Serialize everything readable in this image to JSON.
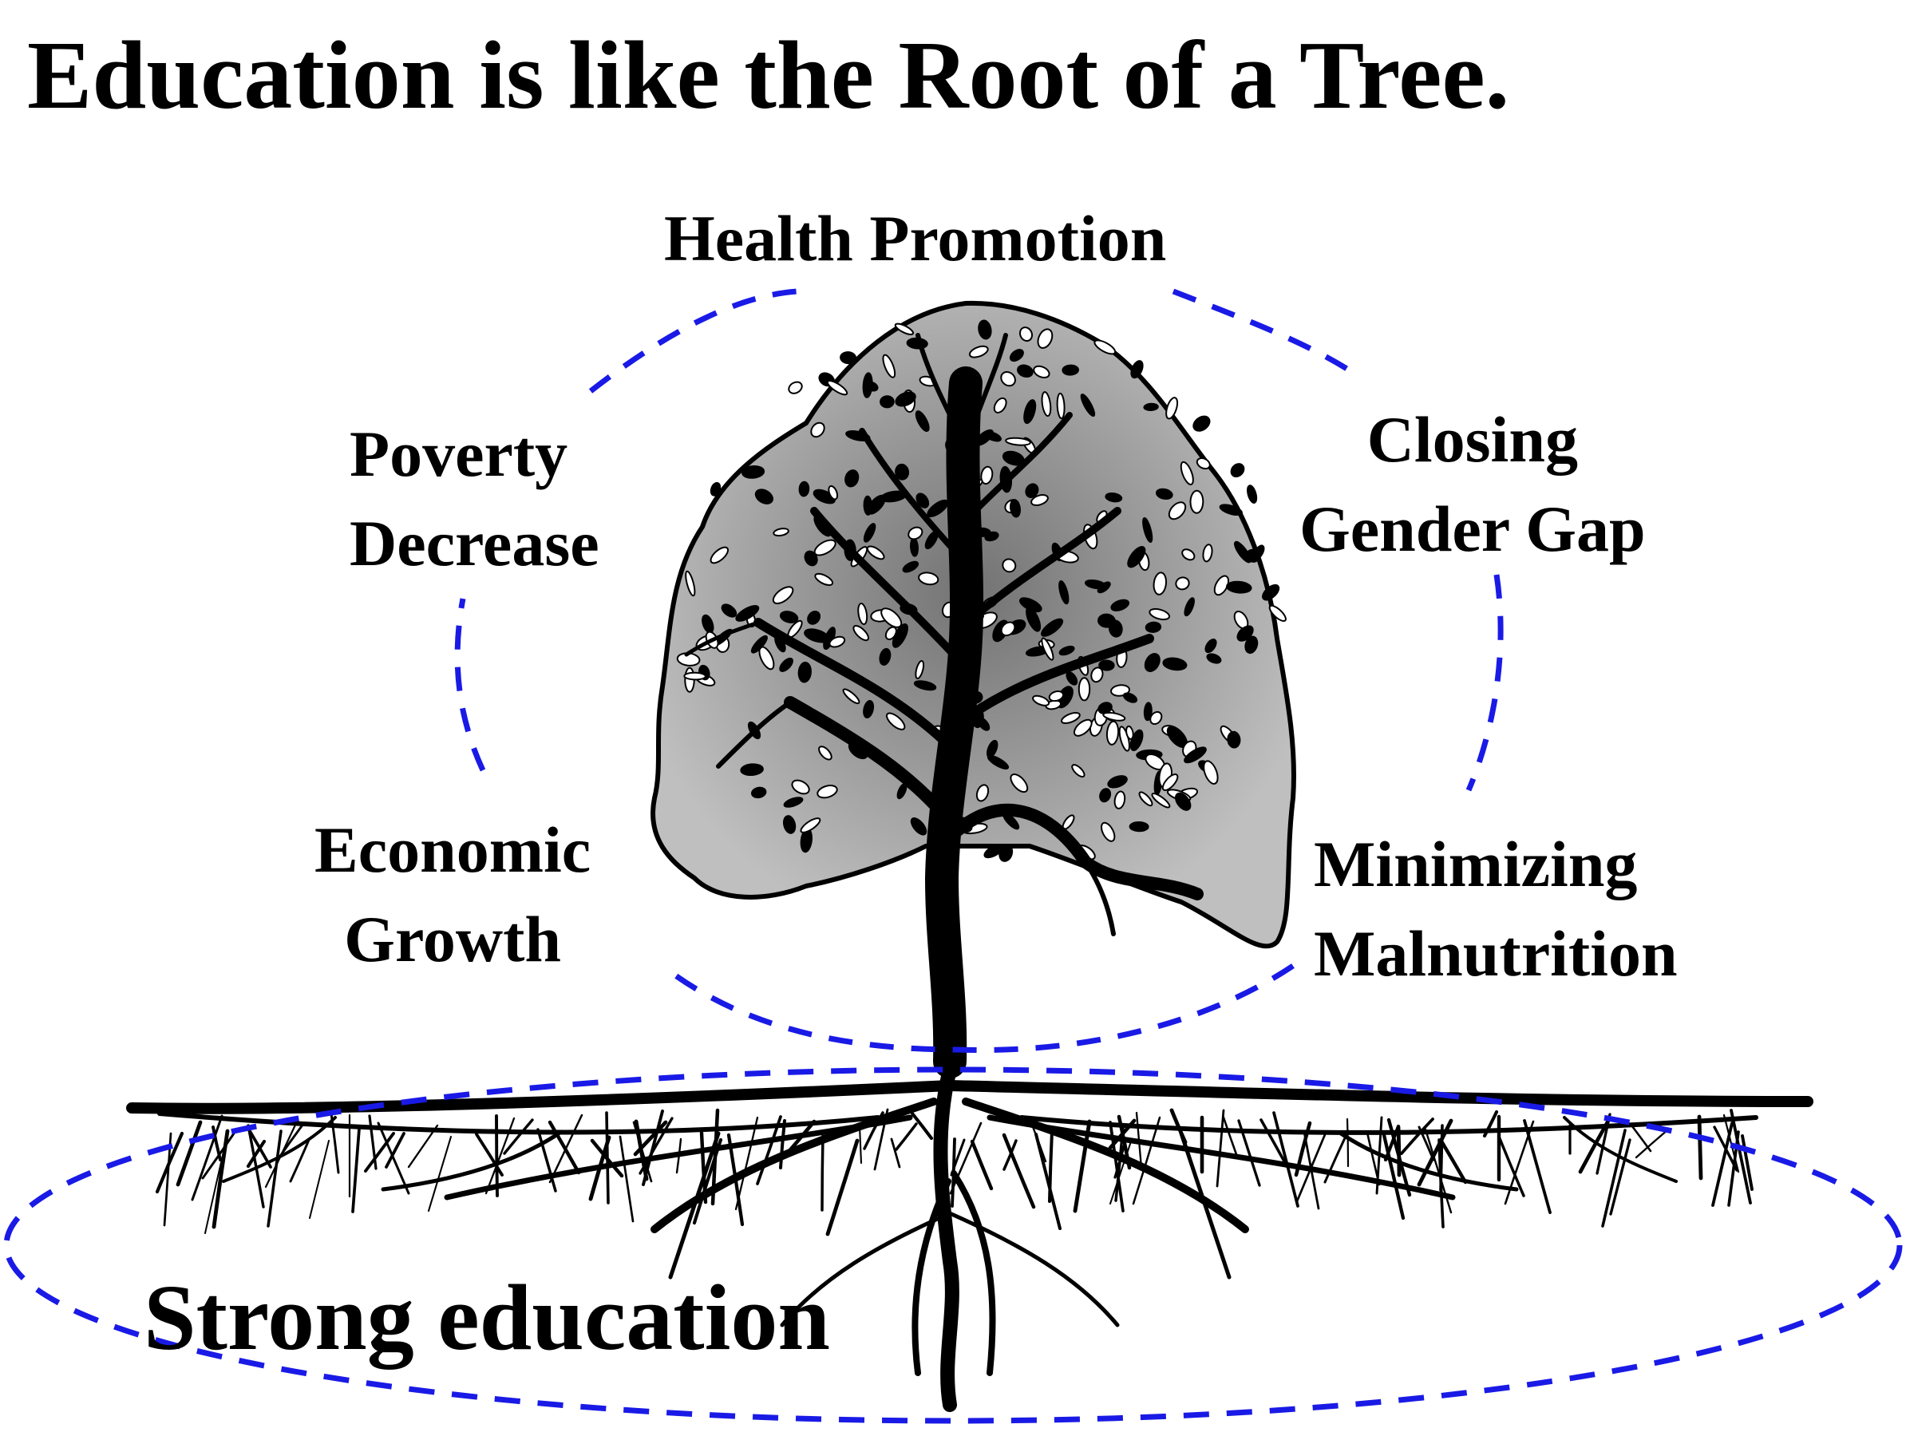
{
  "title": "Education is like the Root of a Tree.",
  "outcomes": {
    "health_promotion": "Health Promotion",
    "poverty_decrease": [
      "Poverty",
      "Decrease"
    ],
    "closing_gender_gap": [
      "Closing",
      "Gender Gap"
    ],
    "economic_growth": [
      "Economic",
      "Growth"
    ],
    "minimizing_malnutrition": [
      "Minimizing",
      "Malnutrition"
    ]
  },
  "foundation": "Strong education",
  "colors": {
    "dashed_outline": "#1a1ae6",
    "tree_ink": "#000000",
    "text": "#000000",
    "background": "#ffffff"
  }
}
